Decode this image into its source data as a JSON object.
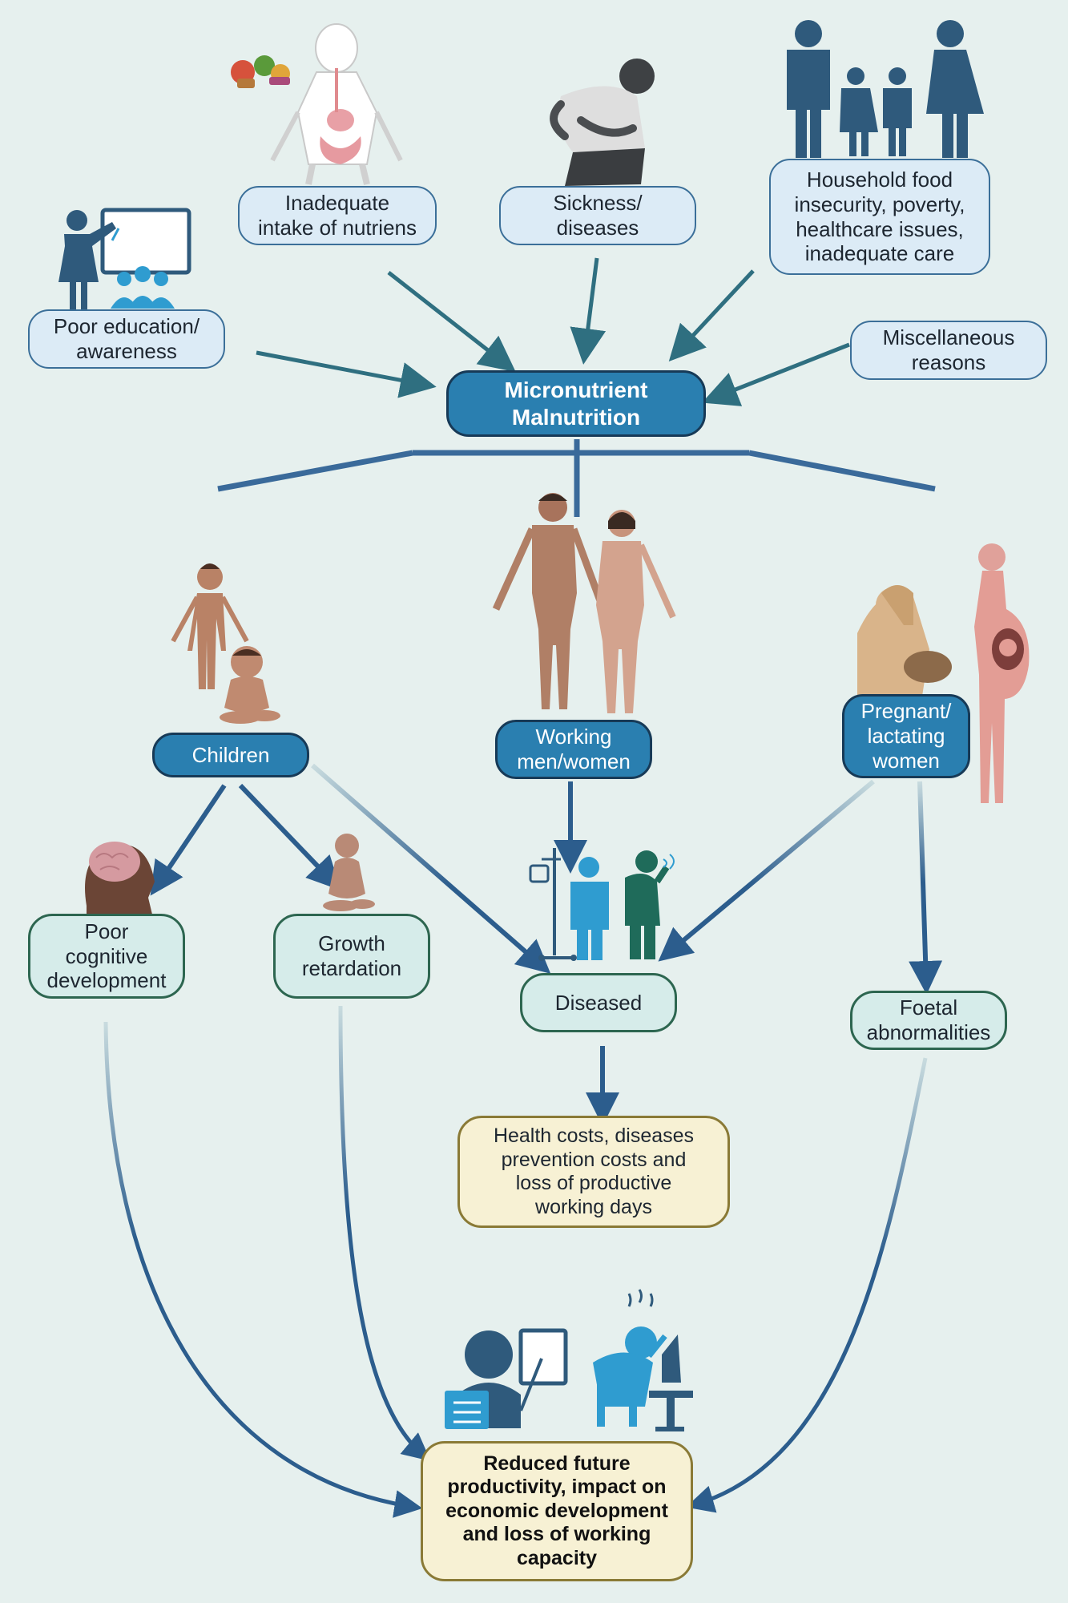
{
  "title": "",
  "causes": {
    "inadequate_intake": [
      "Inadequate",
      "intake of nutriens"
    ],
    "sickness": [
      "Sickness/",
      "diseases"
    ],
    "household": [
      "Household food",
      "insecurity, poverty,",
      "healthcare issues,",
      "inadequate care"
    ],
    "poor_education": [
      "Poor education/",
      "awareness"
    ],
    "miscellaneous": [
      "Miscellaneous",
      "reasons"
    ]
  },
  "hub": [
    "Micronutrient",
    "Malnutrition"
  ],
  "groups": {
    "children": [
      "Children"
    ],
    "working": [
      "Working",
      "men/women"
    ],
    "pregnant": [
      "Pregnant/",
      "lactating",
      "women"
    ]
  },
  "effects": {
    "poor_cognitive": [
      "Poor",
      "cognitive",
      "development"
    ],
    "growth": [
      "Growth",
      "retardation"
    ],
    "diseased": [
      "Diseased"
    ],
    "foetal": [
      "Foetal",
      "abnormalities"
    ]
  },
  "costs": [
    "Health costs, diseases",
    "prevention costs and",
    "loss of productive",
    "working days"
  ],
  "final": [
    "Reduced future",
    "productivity, impact on",
    "economic development",
    "and loss of working",
    "capacity"
  ],
  "colors": {
    "background": "#e6f0ee",
    "cause_fill": "#dcebf6",
    "group_fill": "#2a7fb0",
    "effect_fill": "#d6ecea",
    "outcome_fill": "#f7f1d4",
    "arrow_dark": "#2c5d8d",
    "arrow_teal": "#2f6f80"
  },
  "icons": [
    "nutrient-intake-icon",
    "sick-person-icon",
    "family-icon",
    "teacher-icon",
    "children-icon",
    "working-adults-icon",
    "pregnant-lactating-icon",
    "brain-head-icon",
    "baby-icon",
    "patient-iv-icon",
    "coughing-person-icon",
    "stressed-worker-icon",
    "student-reading-icon"
  ]
}
